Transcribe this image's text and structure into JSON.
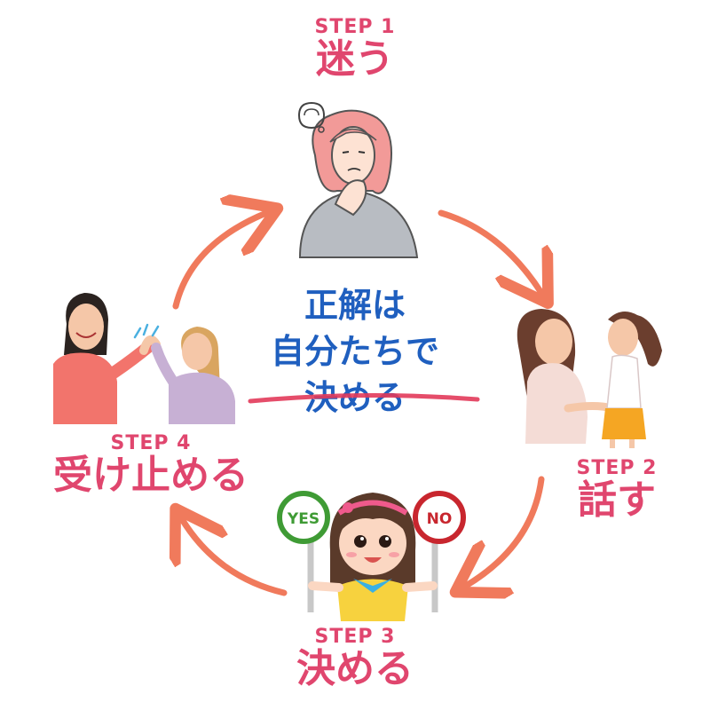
{
  "steps": [
    {
      "number": "STEP 1",
      "title": "迷う"
    },
    {
      "number": "STEP 2",
      "title": "話す"
    },
    {
      "number": "STEP 3",
      "title": "決める"
    },
    {
      "number": "STEP 4",
      "title": "受け止める"
    }
  ],
  "center": {
    "line1": "正解は",
    "line2": "自分たちで",
    "line3": "決める"
  },
  "signs": {
    "yes": "YES",
    "no": "NO"
  },
  "colors": {
    "step_text": "#e0466e",
    "center_text": "#1f5fbf",
    "arrow": "#f07a5c",
    "underline": "#e23a5a"
  }
}
